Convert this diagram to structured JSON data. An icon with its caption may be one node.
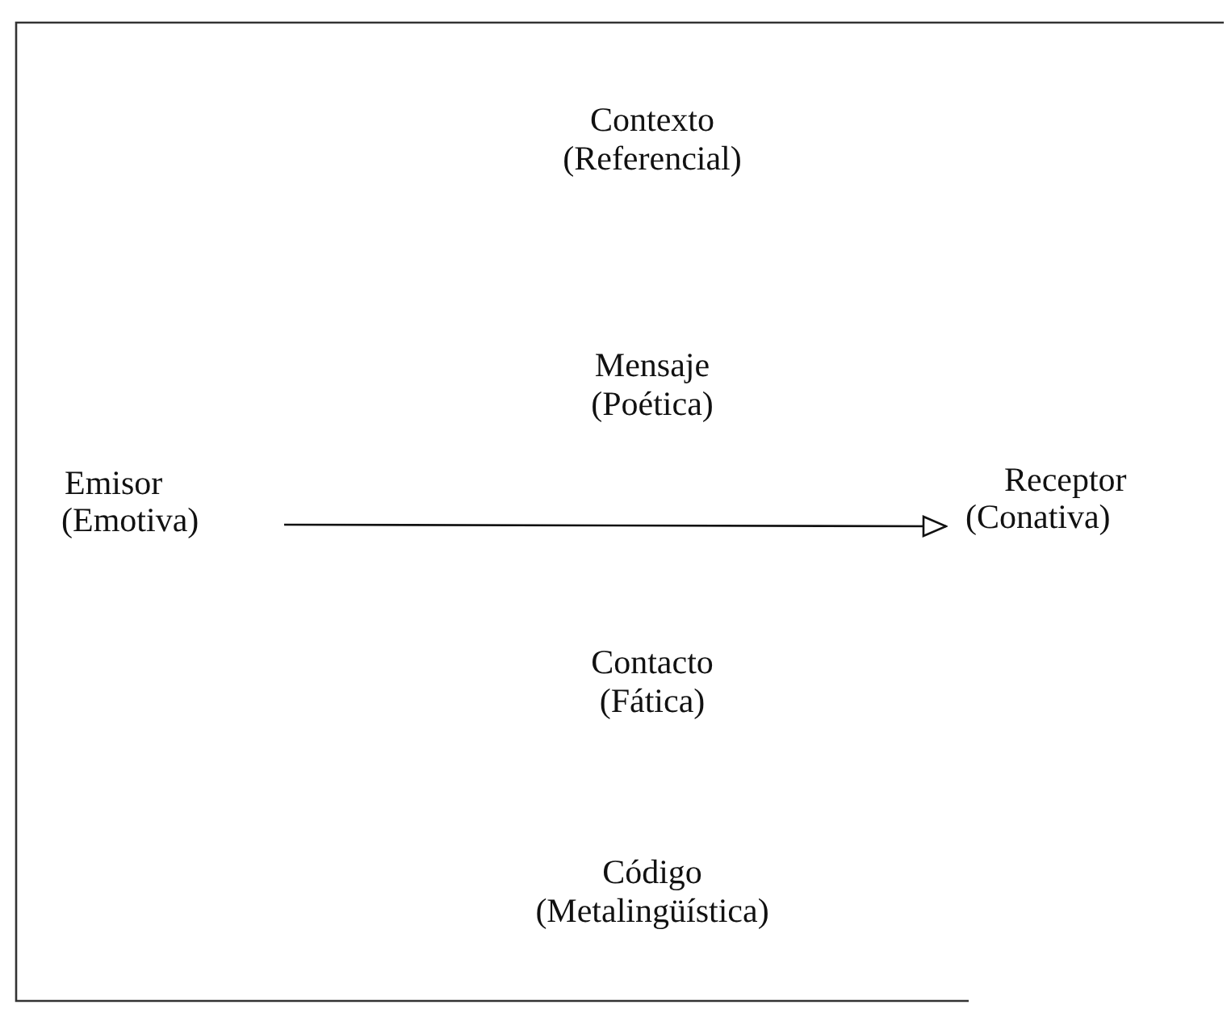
{
  "diagram": {
    "nodes": [
      {
        "text": [
          "Emisor",
          "(Emotiva)"
        ]
      },
      {
        "text": [
          "Receptor",
          "(Conativa)"
        ]
      }
    ],
    "edges": [
      {
        "from": 0,
        "to": 1,
        "arrow": "to"
      }
    ],
    "labels": [
      "Contexto",
      "(Referencial)",
      "Mensaje",
      "(Poética)",
      "Contacto",
      "(Fática)",
      "Código",
      "(Metalingüística)"
    ]
  }
}
